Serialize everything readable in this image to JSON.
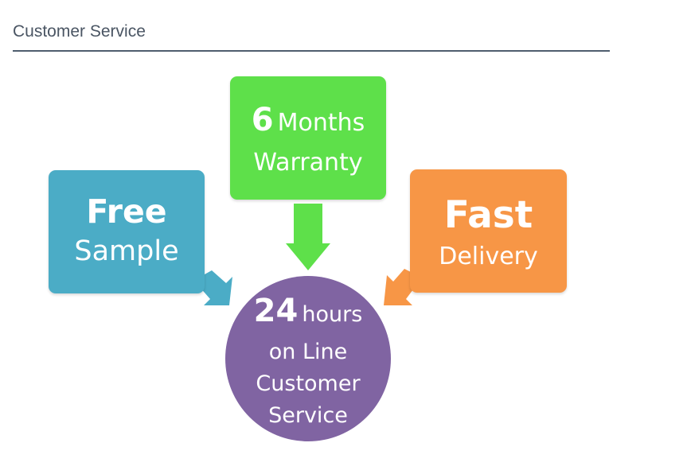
{
  "section": {
    "title": "Customer Service"
  },
  "diagram": {
    "free": {
      "line1": "Free",
      "line2": "Sample",
      "color": "#4bacc6"
    },
    "warranty": {
      "number": "6",
      "word": "Months",
      "line2": "Warranty",
      "color": "#5ee04a"
    },
    "fast": {
      "line1": "Fast",
      "line2": "Delivery",
      "color": "#f79646"
    },
    "center": {
      "number": "24",
      "word": "hours",
      "line2": "on Line",
      "line3": "Customer",
      "line4": "Service",
      "color": "#8064a2"
    }
  }
}
